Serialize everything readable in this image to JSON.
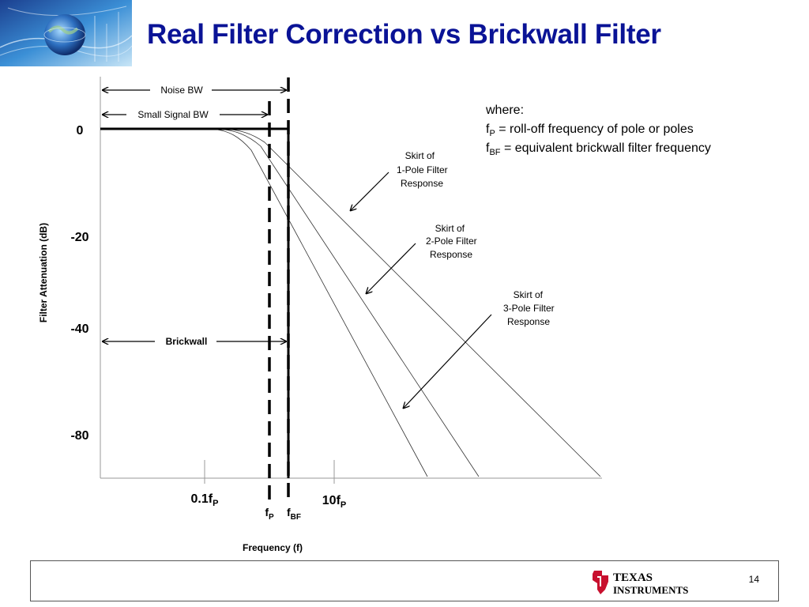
{
  "slide": {
    "title": "Real Filter Correction vs Brickwall Filter",
    "page_number": "14",
    "title_color": "#0a1396",
    "logo_icon": "globe-banner-icon",
    "ti_logo": {
      "icon": "texas-instruments-logo-icon",
      "line1": "TEXAS",
      "line2": "INSTRUMENTS",
      "color": "#c8102e"
    }
  },
  "diagram": {
    "y_axis_label": "Filter Attenuation (dB)",
    "x_axis_label": "Frequency (f)",
    "y_ticks": [
      "0",
      "-20",
      "-40",
      "-80"
    ],
    "x_ticks": [
      {
        "base": "0.1f",
        "sub": "P"
      },
      {
        "base": "10f",
        "sub": "P"
      }
    ],
    "fp_label": {
      "base": "f",
      "sub": "P"
    },
    "fbf_label": {
      "base": "f",
      "sub": "BF"
    },
    "noise_bw_label": "Noise BW",
    "small_signal_bw_label": "Small Signal BW",
    "brickwall_label": "Brickwall",
    "skirt_1": [
      "Skirt of",
      "1-Pole Filter",
      "Response"
    ],
    "skirt_2": [
      "Skirt of",
      "2-Pole Filter",
      "Response"
    ],
    "skirt_3": [
      "Skirt of",
      "3-Pole Filter",
      "Response"
    ],
    "legend": {
      "where": "where:",
      "fp_sub": "P",
      "fp_text": " = roll-off frequency of pole or poles",
      "fbf_sub": "BF",
      "fbf_text": " = equivalent brickwall filter frequency",
      "f": "f"
    }
  }
}
